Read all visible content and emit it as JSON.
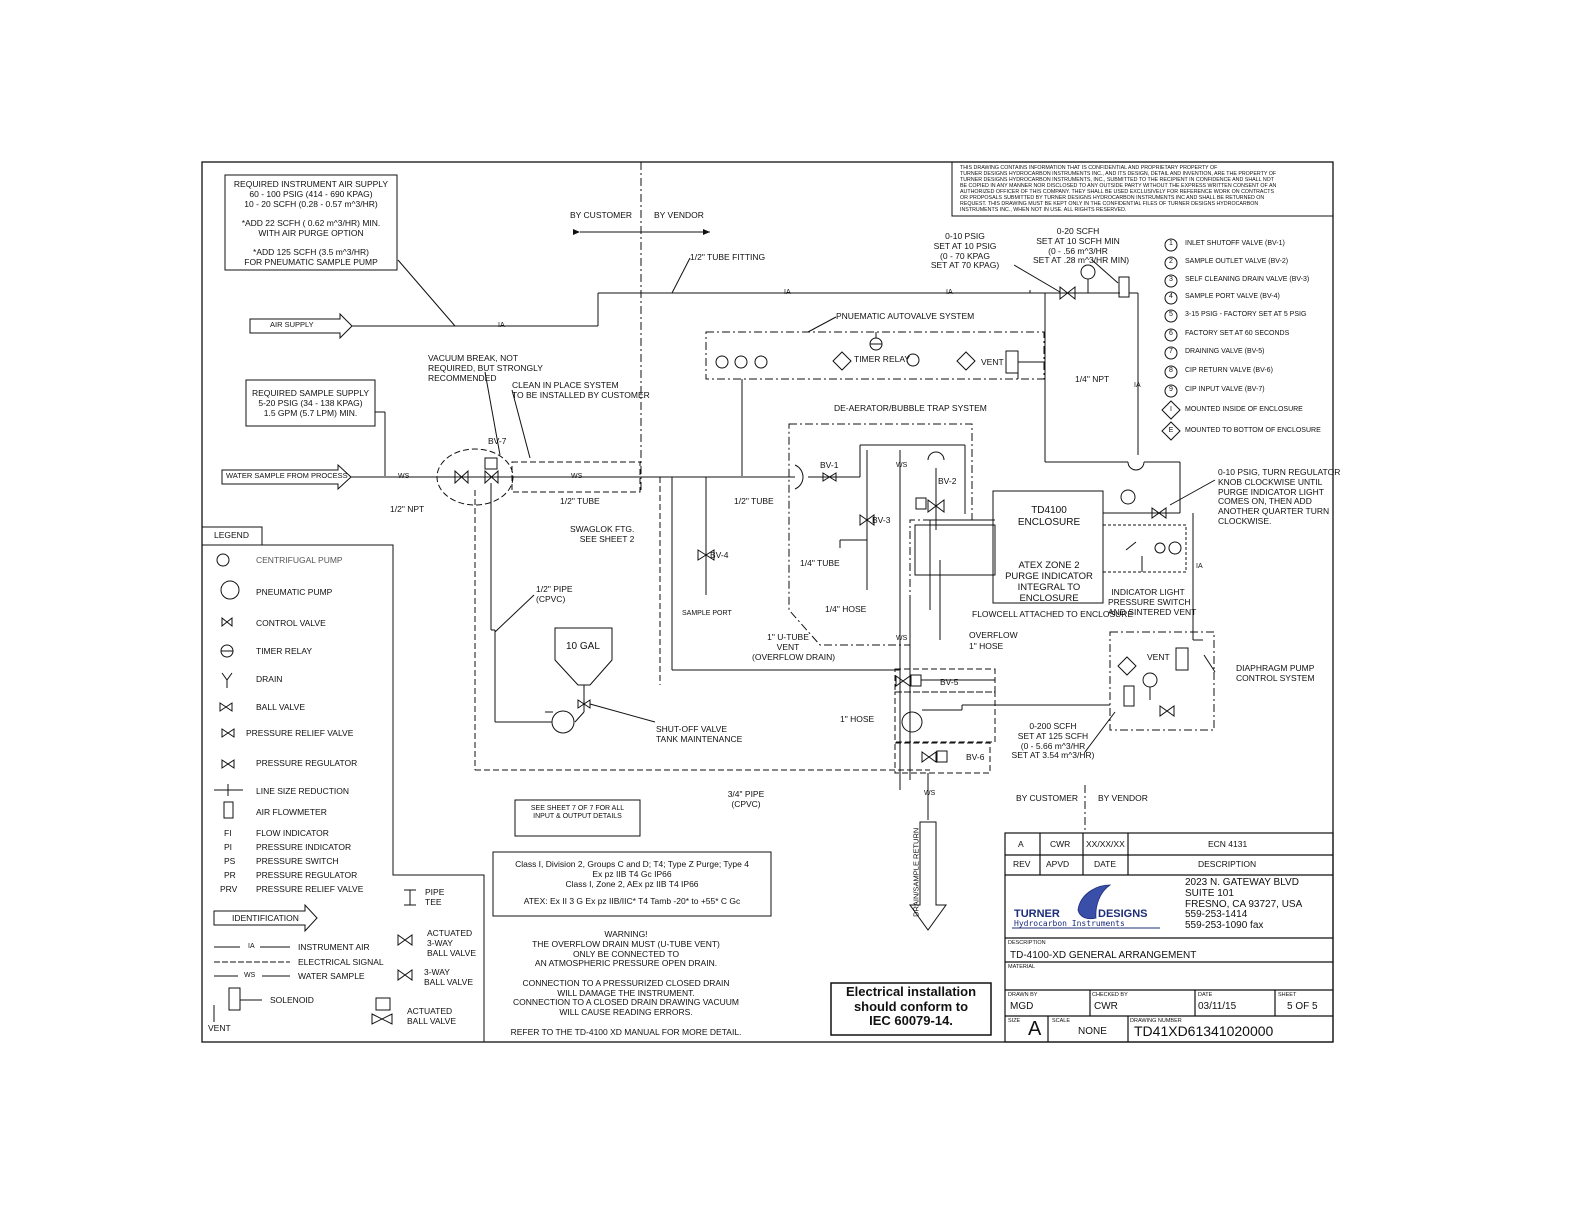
{
  "confidential": "THIS DRAWING CONTAINS INFORMATION THAT IS CONFIDENTIAL AND PROPRIETARY PROPERTY OF\nTURNER DESIGNS HYDROCARBON INSTRUMENTS INC., AND ITS DESIGN, DETAIL AND INVENTION, ARE THE PROPERTY OF\nTURNER DESIGNS HYDROCARBON INSTRUMENTS, INC., SUBMITTED TO THE RECIPIENT IN CONFIDENCE AND SHALL NOT\nBE COPIED IN ANY MANNER NOR DISCLOSED TO ANY OUTSIDE PARTY WITHOUT THE EXPRESS WRITTEN CONSENT OF AN\nAUTHORIZED OFFICER OF THIS COMPANY. THEY SHALL BE USED EXCLUSIVELY FOR REFERENCE WORK ON CONTRACTS\nOR PROPOSALS SUBMITTED BY TURNER DESIGNS HYDROCARBON INSTRUMENTS INC AND SHALL BE RETURNED ON\nREQUEST. THIS DRAWING MUST BE KEPT ONLY IN THE CONFIDENTIAL FILES OF TURNER DESIGNS HYDROCARBON\nINSTRUMENTS INC., WHEN NOT IN USE. ALL RIGHTS RESERVED.",
  "air_req": "REQUIRED INSTRUMENT AIR SUPPLY\n60 - 100 PSIG (414 - 690 KPAG)\n10 - 20 SCFH (0.28 - 0.57 m^3/HR)\n\n*ADD 22 SCFH ( 0.62 m^3/HR) MIN.\nWITH AIR PURGE OPTION\n\n*ADD 125 SCFH (3.5 m^3/HR)\nFOR PNEUMATIC SAMPLE PUMP",
  "sample_req": "REQUIRED SAMPLE SUPPLY\n5-20 PSIG (34 - 138 KPAG)\n1.5 GPM (5.7 LPM) MIN.",
  "air_supply": "AIR SUPPLY",
  "water_sample": "WATER SAMPLE FROM PROCESS",
  "by_customer": "BY CUSTOMER",
  "by_vendor": "BY VENDOR",
  "tube_fitting": "1/2\" TUBE FITTING",
  "pneu_auto": "PNUEMATIC AUTOVALVE SYSTEM",
  "vacuum_break": "VACUUM BREAK, NOT\nREQUIRED, BUT STRONGLY\nRECOMMENDED",
  "cip": "CLEAN IN PLACE SYSTEM\nTO BE INSTALLED BY CUSTOMER",
  "deaerator": "DE-AERATOR/BUBBLE TRAP SYSTEM",
  "reg1": "0-10 PSIG\nSET AT 10 PSIG\n(0 - 70 KPAG\nSET AT 70 KPAG)",
  "flow1": "0-20 SCFH\nSET AT 10 SCFH MIN\n(0 - .56 m^3/HR\nSET AT .28 m^3/HR MIN)",
  "npt14": "1/4\" NPT",
  "npt12": "1/2\" NPT",
  "tube12a": "1/2\" TUBE",
  "tube12b": "1/2\" TUBE",
  "swaglok": "SWAGLOK FTG.\nSEE SHEET 2",
  "sample_port": "SAMPLE PORT",
  "tube14": "1/4\" TUBE",
  "hose14": "1/4\" HOSE",
  "pipe12": "1/2\" PIPE\n(CPVC)",
  "gal": "10 GAL",
  "shutoff": "SHUT-OFF VALVE\nTANK MAINTENANCE",
  "utube": "1\" U-TUBE\nVENT\n(OVERFLOW DRAIN)",
  "hose1": "1\" HOSE",
  "overflow": "OVERFLOW",
  "hose1b": "1\" HOSE",
  "flowcell": "FLOWCELL ATTACHED TO ENCLOSURE",
  "td_title": "TD4100\nENCLOSURE",
  "td_atex": "ATEX ZONE 2\nPURGE INDICATOR\nINTEGRAL TO\nENCLOSURE",
  "indicator": "INDICATOR LIGHT\nPRESSURE SWITCH\nAND SINTERED VENT",
  "turn_reg": "0-10 PSIG, TURN REGULATOR\nKNOB CLOCKWISE UNTIL\nPURGE INDICATOR LIGHT\nCOMES ON, THEN ADD\nANOTHER QUARTER TURN\nCLOCKWISE.",
  "diaphragm": "DIAPHRAGM PUMP\nCONTROL SYSTEM",
  "flow2": "0-200 SCFH\nSET AT 125 SCFH\n(0 - 5.66 m^3/HR\nSET AT 3.54 m^3/HR)",
  "pipe34": "3/4\" PIPE\n(CPVC)",
  "drain": "DRAIN/SAMPLE RETURN",
  "see_sheet": "SEE SHEET 7 OF 7 FOR ALL\nINPUT & OUTPUT DETAILS",
  "class_text": "Class I, Division 2, Groups C and D; T4; Type Z Purge; Type 4\nEx pz IIB T4 Gc IP66\nClass I, Zone 2, AEx pz IIB T4 IP66",
  "atex_text": "ATEX: Ex II 3 G Ex pz IIB/IIC* T4 Tamb -20* to +55* C Gc",
  "warning": "WARNING!\nTHE OVERFLOW DRAIN MUST (U-TUBE VENT)\nONLY BE CONNECTED TO\nAN ATMOSPHERIC PRESSURE OPEN DRAIN.\n\nCONNECTION TO A PRESSURIZED CLOSED DRAIN\nWILL DAMAGE THE INSTRUMENT.\nCONNECTION TO A CLOSED DRAIN DRAWING VACUUM\nWILL CAUSE READING ERRORS.\n\nREFER TO THE TD-4100 XD MANUAL FOR MORE DETAIL.",
  "elec": "Electrical installation\nshould conform to\nIEC 60079-14.",
  "tag_ia": "IA",
  "tag_ws": "WS",
  "timer_relay": "TIMER RELAY",
  "vent": "VENT",
  "legend_title": "LEGEND",
  "legend": [
    "CENTRIFUGAL PUMP",
    "PNEUMATIC PUMP",
    "CONTROL VALVE",
    "TIMER RELAY",
    "DRAIN",
    "BALL VALVE",
    "PRESSURE RELIEF VALVE",
    "PRESSURE REGULATOR",
    "LINE SIZE REDUCTION",
    "AIR FLOWMETER",
    "FLOW INDICATOR",
    "PRESSURE INDICATOR",
    "PRESSURE SWITCH",
    "PRESSURE REGULATOR",
    "PRESSURE RELIEF VALVE"
  ],
  "legend_abbr": [
    "FI",
    "PI",
    "PS",
    "PR",
    "PRV"
  ],
  "identification": "IDENTIFICATION",
  "instrument_air": "INSTRUMENT AIR",
  "electrical_signal": "ELECTRICAL SIGNAL",
  "water_sample_l": "WATER SAMPLE",
  "solenoid": "SOLENOID",
  "pipe_tee": "PIPE\nTEE",
  "act3way": "ACTUATED\n3-WAY\nBALL VALVE",
  "way3": "3-WAY\nBALL VALVE",
  "actball": "ACTUATED\nBALL VALVE",
  "notes": [
    "INLET SHUTOFF VALVE (BV-1)",
    "SAMPLE OUTLET VALVE (BV-2)",
    "SELF CLEANING DRAIN VALVE (BV-3)",
    "SAMPLE PORT VALVE (BV-4)",
    "3-15 PSIG - FACTORY SET AT 5 PSIG",
    "FACTORY SET AT 60 SECONDS",
    "DRAINING VALVE (BV-5)",
    "CIP RETURN VALVE (BV-6)",
    "CIP INPUT VALVE (BV-7)",
    "MOUNTED INSIDE OF ENCLOSURE",
    "MOUNTED TO BOTTOM OF ENCLOSURE"
  ],
  "note_marks": [
    "1",
    "2",
    "3",
    "4",
    "5",
    "6",
    "7",
    "8",
    "9",
    "I",
    "E"
  ],
  "valves": {
    "bv1": "BV-1",
    "bv2": "BV-2",
    "bv3": "BV-3",
    "bv4": "BV-4",
    "bv5": "BV-5",
    "bv6": "BV-6",
    "bv7": "BV-7"
  },
  "tb": {
    "rev": "A",
    "by": "CWR",
    "date_rev": "XX/XX/XX",
    "ecn": "ECN 4131",
    "h_rev": "REV",
    "h_apvd": "APVD",
    "h_date": "DATE",
    "h_desc": "DESCRIPTION",
    "address": "2023 N. GATEWAY BLVD\nSUITE 101\nFRESNO, CA 93727, USA\n559-253-1414\n559-253-1090 fax",
    "logo1": "TURNER",
    "logo2": "DESIGNS",
    "logo3": "Hydrocarbon Instruments",
    "desc_l": "DESCRIPTION",
    "desc": "TD-4100-XD GENERAL ARRANGEMENT",
    "material_l": "MATERIAL",
    "drawn_l": "DRAWN BY",
    "drawn": "MGD",
    "checked_l": "CHECKED BY",
    "checked": "CWR",
    "date_l": "DATE",
    "date": "03/11/15",
    "sheet_l": "SHEET",
    "sheet": "5 OF 5",
    "size_l": "SIZE",
    "size": "A",
    "scale_l": "SCALE",
    "scale": "NONE",
    "dwg_l": "DRAWING NUMBER",
    "dwg": "TD41XD61341020000"
  }
}
